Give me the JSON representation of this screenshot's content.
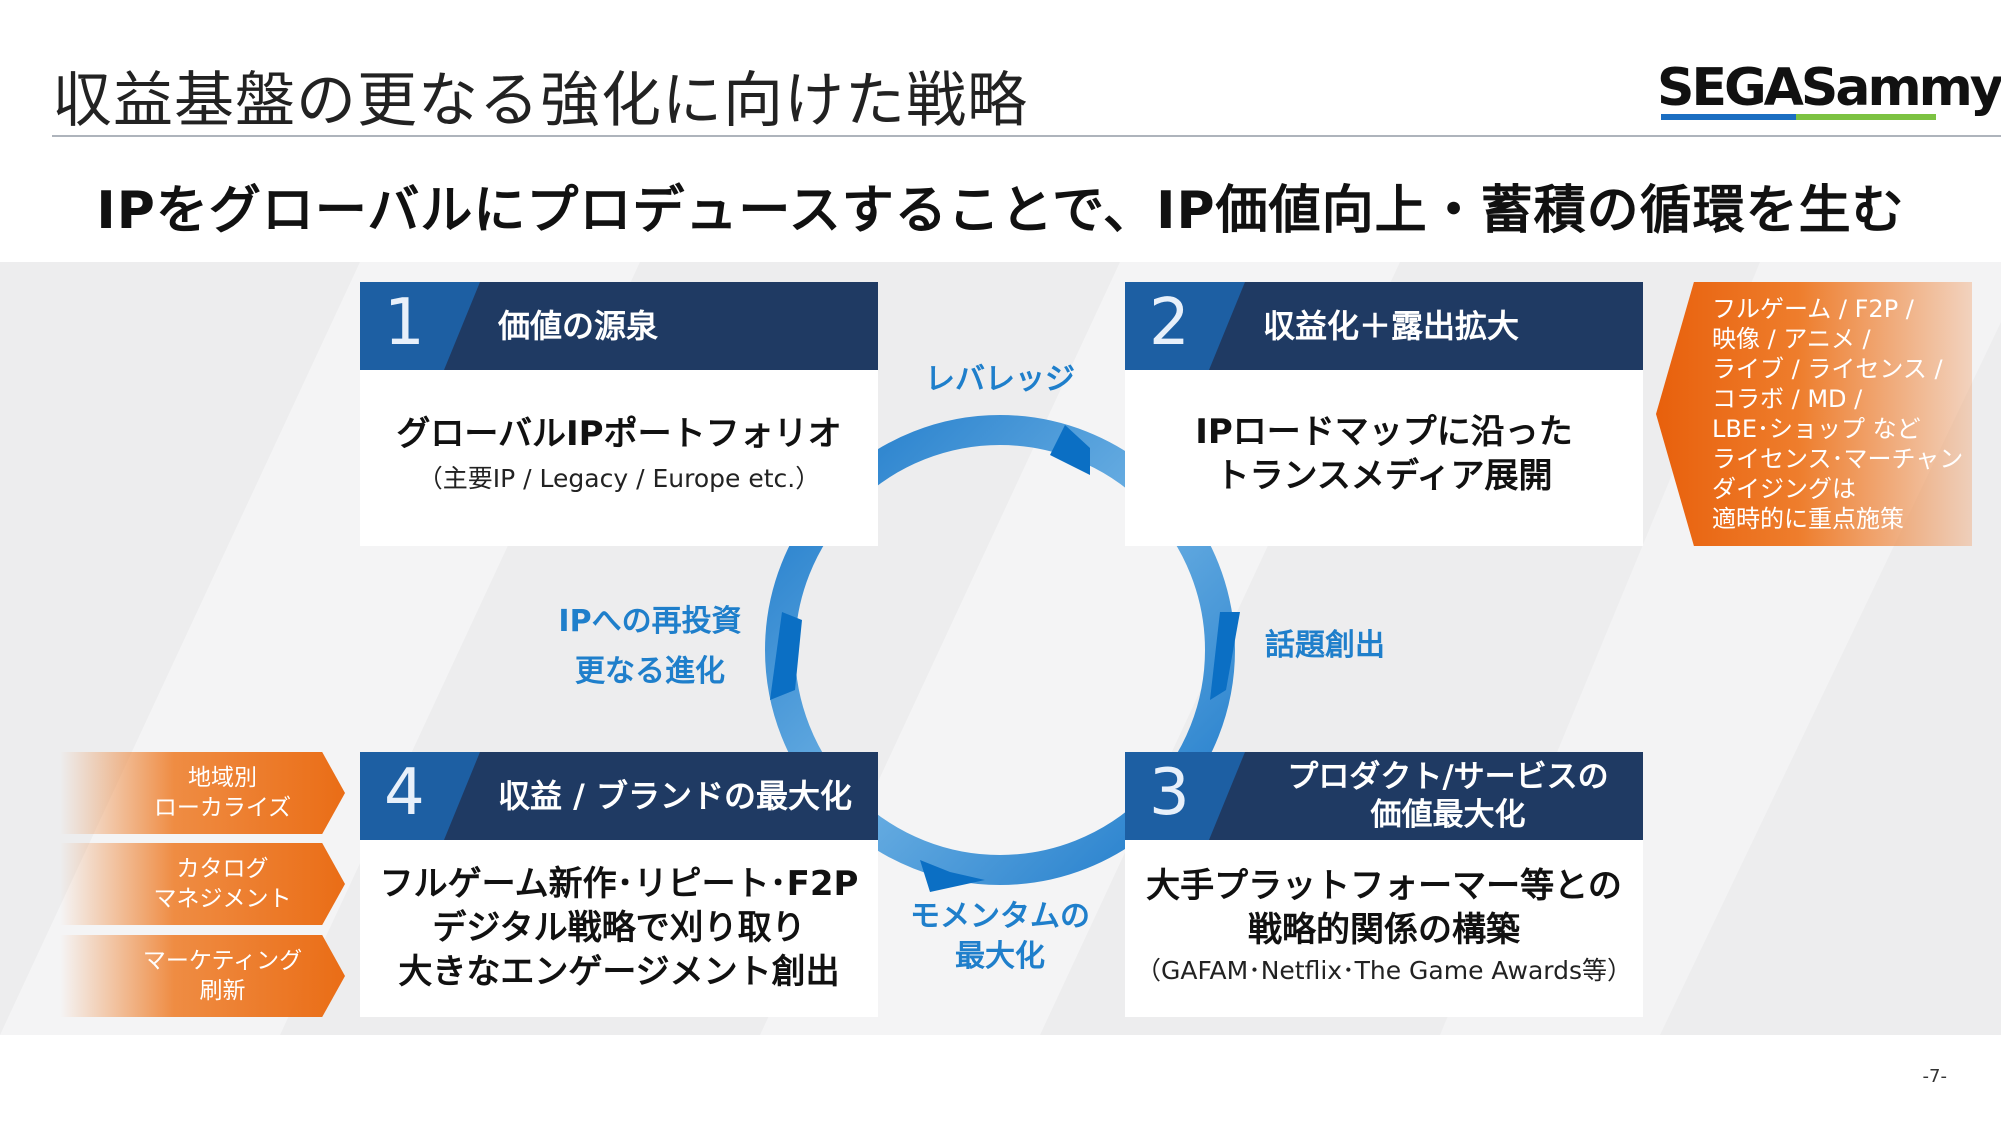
{
  "header": {
    "title": "収益基盤の更なる強化に向けた戦略",
    "logo_text": "SEGASammy"
  },
  "subtitle": "IPをグローバルにプロデュースすることで、IP価値向上・蓄積の循環を生む",
  "cards": [
    {
      "num": "1",
      "title": "価値の源泉",
      "main": "グローバルIPポートフォリオ",
      "sub": "（主要IP / Legacy / Europe etc.）"
    },
    {
      "num": "2",
      "title": "収益化＋露出拡大",
      "main": "IPロードマップに沿った\nトランスメディア展開",
      "sub": ""
    },
    {
      "num": "3",
      "title": "プロダクト/サービスの\n価値最大化",
      "main": "大手プラットフォーマー等との\n戦略的関係の構築",
      "sub": "（GAFAM･Netflix･The Game Awards等）"
    },
    {
      "num": "4",
      "title": "収益 / ブランドの最大化",
      "main": "フルゲーム新作･リピート･F2P\nデジタル戦略で刈り取り\n大きなエンゲージメント創出",
      "sub": ""
    }
  ],
  "cycle_labels": {
    "leverage": "レバレッジ",
    "buzz": "話題創出",
    "momentum_1": "モメンタムの",
    "momentum_2": "最大化",
    "reinvest_1": "IPへの再投資",
    "reinvest_2": "更なる進化"
  },
  "left_tags": [
    "地域別\nローカライズ",
    "カタログ\nマネジメント",
    "マーケティング\n刷新"
  ],
  "right_tag": "フルゲーム / F2P /\n映像 / アニメ /\nライブ / ライセンス /\nコラボ / MD /\nLBE･ショップ など\nライセンス･マーチャン\nダイジングは\n適時的に重点施策",
  "page_number": "-7-",
  "colors": {
    "navy": "#1f3a63",
    "blue": "#1d5fa3",
    "cycle_blue": "#1f7fcb",
    "orange": "#ea6d16"
  }
}
